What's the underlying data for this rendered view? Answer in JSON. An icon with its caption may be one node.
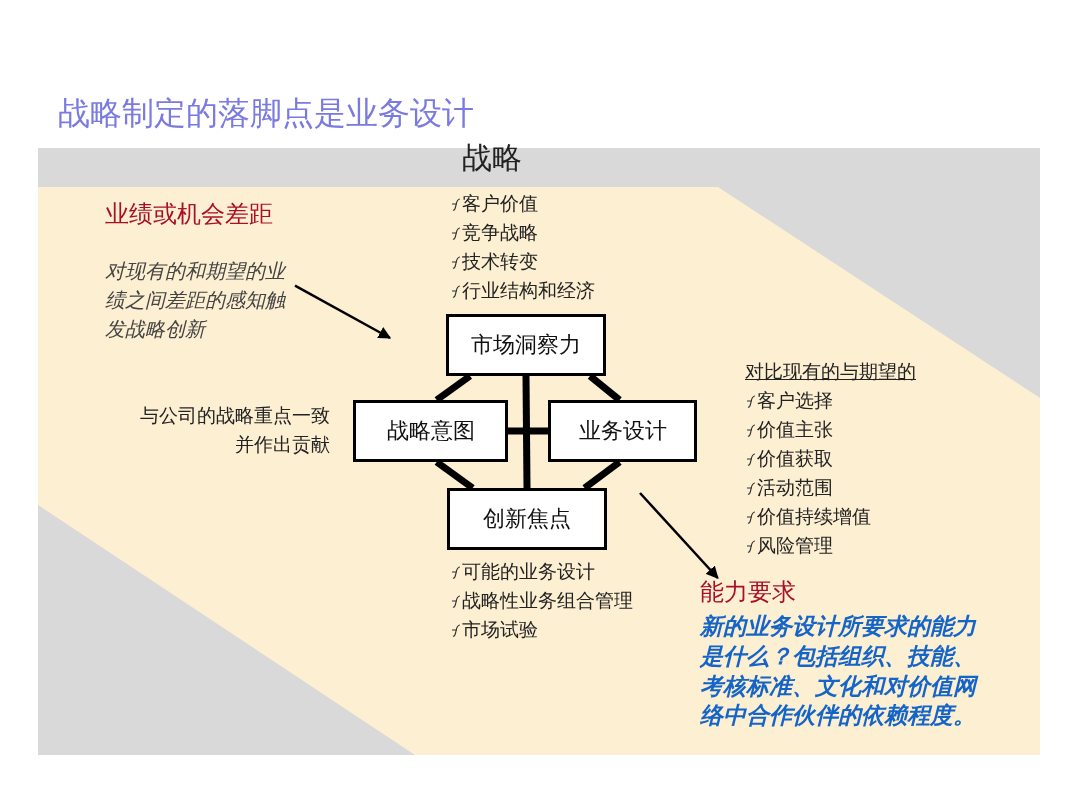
{
  "diagram": {
    "title": "战略制定的落脚点是业务设计",
    "nodes": [
      {
        "text": [
          "市场洞察力"
        ]
      },
      {
        "text": [
          "战略意图"
        ]
      },
      {
        "text": [
          "业务设计"
        ]
      },
      {
        "text": [
          "创新焦点"
        ]
      },
      {
        "text": [
          "业绩或机会差距",
          "对现有的和期望的业绩之间差距的感知触发战略创新"
        ]
      },
      {
        "text": [
          "能力要求",
          "新的业务设计所要求的能力是什么？包括组织、技能、考核标准、文化和对价值网络中合作伙伴的依赖程度。"
        ]
      }
    ],
    "edges": [
      {
        "from": 0,
        "to": 1,
        "arrow": "none"
      },
      {
        "from": 0,
        "to": 2,
        "arrow": "none"
      },
      {
        "from": 1,
        "to": 3,
        "arrow": "none"
      },
      {
        "from": 2,
        "to": 3,
        "arrow": "none"
      },
      {
        "from": 0,
        "to": 3,
        "arrow": "none"
      },
      {
        "from": 1,
        "to": 2,
        "arrow": "none"
      },
      {
        "from": 4,
        "to": null,
        "arrow": "to"
      },
      {
        "from": null,
        "to": 5,
        "arrow": "to"
      }
    ],
    "labels": [
      "战略",
      "客户价值",
      "竞争战略",
      "技术转变",
      "行业结构和经济",
      "与公司的战略重点一致并作出贡献",
      "对比现有的与期望的",
      "客户选择",
      "价值主张",
      "价值获取",
      "活动范围",
      "价值持续增值",
      "风险管理",
      "可能的业务设计",
      "战略性业务组合管理",
      "市场试验"
    ]
  }
}
